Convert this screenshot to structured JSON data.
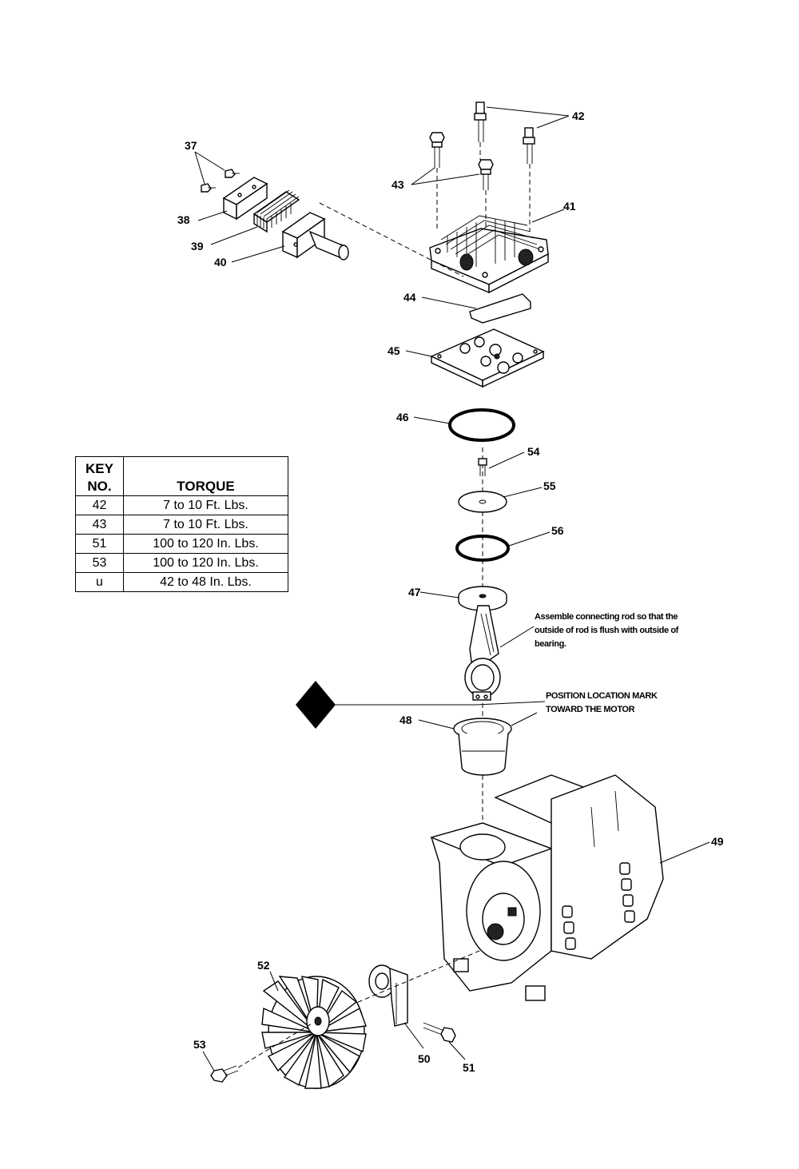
{
  "torque_table": {
    "headers": {
      "key_line1": "KEY",
      "key_line2": "NO.",
      "torque": "TORQUE"
    },
    "rows": [
      {
        "key": "42",
        "torque": "7 to 10 Ft. Lbs."
      },
      {
        "key": "43",
        "torque": "7 to 10 Ft. Lbs."
      },
      {
        "key": "51",
        "torque": "100 to 120 In. Lbs."
      },
      {
        "key": "53",
        "torque": "100 to 120 In. Lbs."
      },
      {
        "key": "u",
        "torque": "42 to 48 In. Lbs."
      }
    ]
  },
  "callouts": {
    "c37": "37",
    "c38": "38",
    "c39": "39",
    "c40": "40",
    "c41": "41",
    "c42": "42",
    "c43": "43",
    "c44": "44",
    "c45": "45",
    "c46": "46",
    "c47": "47",
    "c48": "48",
    "c49": "49",
    "c50": "50",
    "c51": "51",
    "c52": "52",
    "c53": "53",
    "c54": "54",
    "c55": "55",
    "c56": "56"
  },
  "notes": {
    "rod_line1": "Assemble connecting rod so that the",
    "rod_line2": "outside of  rod is flush with outside of",
    "rod_line3": "bearing.",
    "mark_line1": "POSITION LOCATION MARK",
    "mark_line2": "TOWARD THE MOTOR"
  }
}
